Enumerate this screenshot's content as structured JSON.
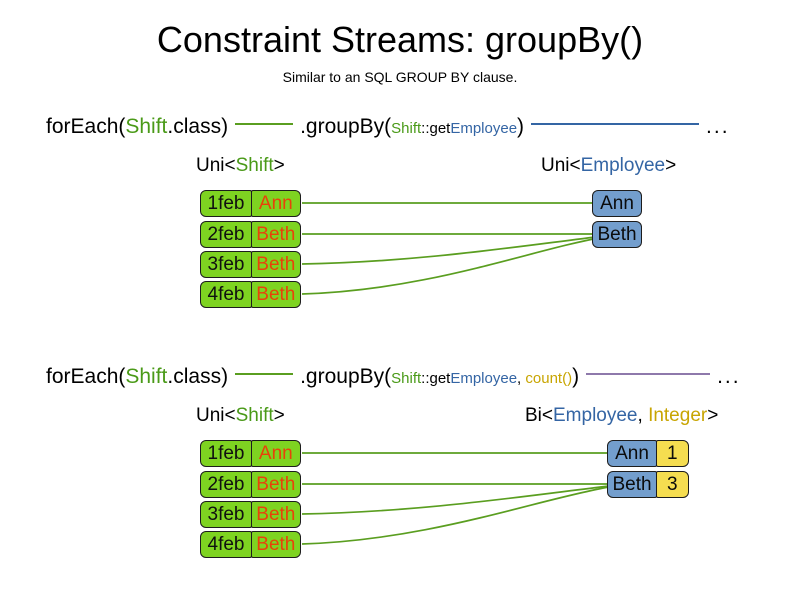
{
  "title": "Constraint Streams: groupBy()",
  "subtitle": "Similar to an SQL GROUP BY clause.",
  "colors": {
    "shift_green": "#7ed321",
    "shift_text_green": "#4a9a18",
    "employee_blue": "#739ecd",
    "employee_text_blue": "#3465a4",
    "count_yellow": "#f5dd50",
    "integer_gold": "#c8a502",
    "name_orange": "#e8420a",
    "link_green": "#5a9e20",
    "link_blue": "#3465a4",
    "link_purple": "#8e79ab",
    "border_dark": "#1d1d1d"
  },
  "sections": [
    {
      "id": "section-groupby",
      "code": {
        "for_each_prefix": "forEach(",
        "for_each_type": "Shift",
        "for_each_suffix": ".class)",
        "group_by_prefix": ".groupBy(",
        "mapper_type": "Shift",
        "mapper_sep": "::get",
        "mapper_prop": "Employee",
        "group_by_suffix": ")",
        "tail": "..."
      },
      "left_label": {
        "generic": "Uni<",
        "type": "Shift",
        "close": ">"
      },
      "right_label": {
        "generic": "Uni<",
        "type": "Employee",
        "close": ">"
      },
      "shifts": [
        {
          "date": "1feb",
          "employee": "Ann"
        },
        {
          "date": "2feb",
          "employee": "Beth"
        },
        {
          "date": "3feb",
          "employee": "Beth"
        },
        {
          "date": "4feb",
          "employee": "Beth"
        }
      ],
      "groups": [
        {
          "employee": "Ann"
        },
        {
          "employee": "Beth"
        }
      ]
    },
    {
      "id": "section-groupby-count",
      "code": {
        "for_each_prefix": "forEach(",
        "for_each_type": "Shift",
        "for_each_suffix": ".class)",
        "group_by_prefix": ".groupBy(",
        "mapper_type": "Shift",
        "mapper_sep": "::get",
        "mapper_prop": "Employee",
        "mapper_comma": ", ",
        "collector": "count()",
        "group_by_suffix": ")",
        "tail": "..."
      },
      "left_label": {
        "generic": "Uni<",
        "type": "Shift",
        "close": ">"
      },
      "right_label": {
        "generic": "Bi<",
        "type": "Employee",
        "comma": ", ",
        "type2": "Integer",
        "close": ">"
      },
      "shifts": [
        {
          "date": "1feb",
          "employee": "Ann"
        },
        {
          "date": "2feb",
          "employee": "Beth"
        },
        {
          "date": "3feb",
          "employee": "Beth"
        },
        {
          "date": "4feb",
          "employee": "Beth"
        }
      ],
      "groups": [
        {
          "employee": "Ann",
          "count": "1"
        },
        {
          "employee": "Beth",
          "count": "3"
        }
      ]
    }
  ]
}
